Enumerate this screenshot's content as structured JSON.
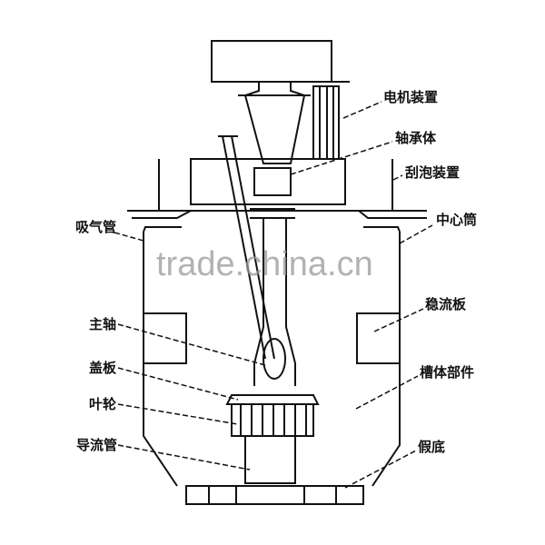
{
  "labels": {
    "motor": "电机装置",
    "bearing": "轴承体",
    "scraper": "刮泡装置",
    "center_tube": "中心筒",
    "air_pipe": "吸气管",
    "stabilizer": "稳流板",
    "main_shaft": "主轴",
    "cover_plate": "盖板",
    "impeller": "叶轮",
    "draft_tube": "导流管",
    "tank_body": "槽体部件",
    "false_bottom": "假底"
  },
  "watermark": "trade.china.cn",
  "colors": {
    "line": "#111111",
    "watermark": "#999999"
  }
}
